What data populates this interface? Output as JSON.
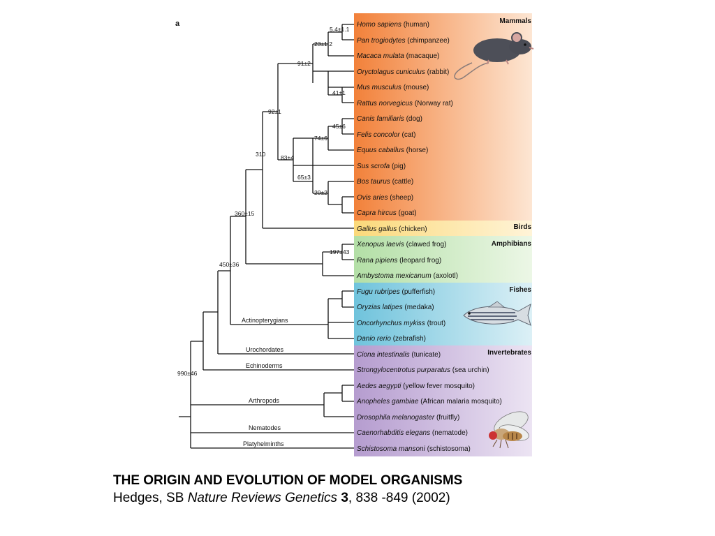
{
  "panel_letter": "a",
  "groups": [
    {
      "label": "Mammals",
      "color_from": "#f2813a",
      "color_to": "#fde6d3"
    },
    {
      "label": "Birds",
      "color_from": "#fbd97a",
      "color_to": "#fff4d8"
    },
    {
      "label": "Amphibians",
      "color_from": "#b3dfa6",
      "color_to": "#ecf7e6"
    },
    {
      "label": "Fishes",
      "color_from": "#6fc3dc",
      "color_to": "#dcf0f6"
    },
    {
      "label": "Invertebrates",
      "color_from": "#b59ccf",
      "color_to": "#ece4f3"
    }
  ],
  "species": [
    {
      "latin": "Homo sapiens",
      "common": "(human)"
    },
    {
      "latin": "Pan trogiodytes",
      "common": "(chimpanzee)"
    },
    {
      "latin": "Macaca mulata",
      "common": "(macaque)"
    },
    {
      "latin": "Oryctolagus cuniculus",
      "common": "(rabbit)"
    },
    {
      "latin": "Mus musculus",
      "common": "(mouse)"
    },
    {
      "latin": "Rattus norvegicus",
      "common": "(Norway rat)"
    },
    {
      "latin": "Canis familiaris",
      "common": "(dog)"
    },
    {
      "latin": "Felis concolor",
      "common": "(cat)"
    },
    {
      "latin": "Equus caballus",
      "common": "(horse)"
    },
    {
      "latin": "Sus scrofa",
      "common": "(pig)"
    },
    {
      "latin": "Bos taurus",
      "common": "(cattle)"
    },
    {
      "latin": "Ovis aries",
      "common": "(sheep)"
    },
    {
      "latin": "Capra hircus",
      "common": "(goat)"
    },
    {
      "latin": "Gallus gallus",
      "common": "(chicken)"
    },
    {
      "latin": "Xenopus laevis",
      "common": "(clawed frog)"
    },
    {
      "latin": "Rana pipiens",
      "common": "(leopard frog)"
    },
    {
      "latin": "Ambystoma mexicanum",
      "common": "(axolotl)"
    },
    {
      "latin": "Fugu rubripes",
      "common": "(pufferfish)"
    },
    {
      "latin": "Oryzias latipes",
      "common": "(medaka)"
    },
    {
      "latin": "Oncorhynchus mykiss",
      "common": "(trout)"
    },
    {
      "latin": "Danio rerio",
      "common": "(zebrafish)"
    },
    {
      "latin": "Ciona intestinalis",
      "common": "(tunicate)"
    },
    {
      "latin": "Strongylocentrotus purparatus",
      "common": "(sea urchin)"
    },
    {
      "latin": "Aedes aegypti",
      "common": "(yellow fever mosquito)"
    },
    {
      "latin": "Anopheles gambiae",
      "common": "(African malaria mosquito)"
    },
    {
      "latin": "Drosophila melanogaster",
      "common": "(fruitfly)"
    },
    {
      "latin": "Caenorhabditis elegans",
      "common": "(nematode)"
    },
    {
      "latin": "Schistosoma mansoni",
      "common": "(schistosoma)"
    }
  ],
  "node_labels": [
    "5.4±1.1",
    "23±1.2",
    "91±2",
    "41±1",
    "45±6",
    "74±6",
    "83±4",
    "65±3",
    "20±2",
    "92±1",
    "310",
    "360±15",
    "197±43",
    "450±36",
    "990±46"
  ],
  "clade_labels": [
    "Actinopterygians",
    "Urochordates",
    "Echinoderms",
    "Arthropods",
    "Nematodes",
    "Platyhelminths"
  ],
  "caption": {
    "title": "THE ORIGIN AND EVOLUTION OF MODEL ORGANISMS",
    "authors": "Hedges, SB",
    "journal": "Nature Reviews Genetics",
    "volume": "3",
    "details": ", 838 -849 (2002)"
  }
}
